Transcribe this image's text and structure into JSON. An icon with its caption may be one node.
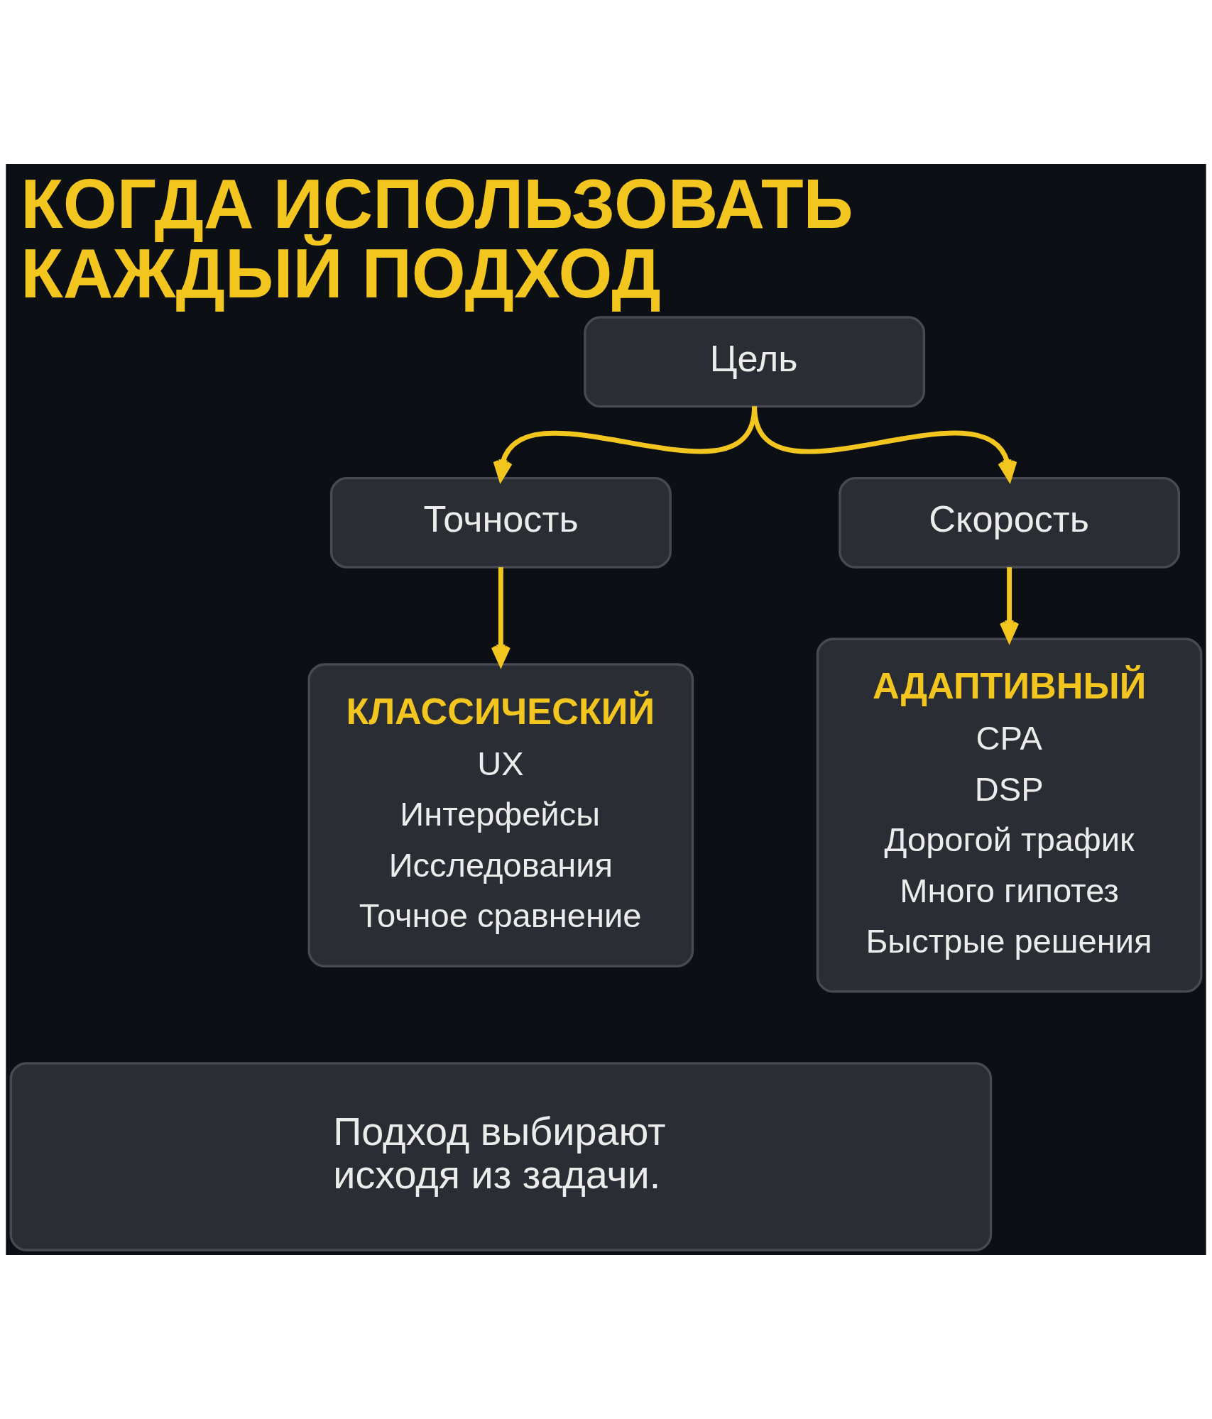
{
  "diagram": {
    "title": "КОГДА ИСПОЛЬЗОВАТЬ КАЖДЫЙ ПОДХОД",
    "nodes": [
      {
        "text": [
          "Цель"
        ]
      },
      {
        "text": [
          "Точность"
        ]
      },
      {
        "text": [
          "Скорость"
        ]
      },
      {
        "text": [
          "КЛАССИЧЕСКИЙ",
          "UX",
          "Интерфейсы",
          "Исследования",
          "Точное сравнение"
        ]
      },
      {
        "text": [
          "АДАПТИВНЫЙ",
          "CPA",
          "DSP",
          "Дорогой трафик",
          "Много гипотез",
          "Быстрые решения"
        ]
      },
      {
        "text": [
          "Подход выбирают исходя из задачи."
        ]
      }
    ],
    "edges": [
      {
        "from": 0,
        "to": 1,
        "arrow": "to"
      },
      {
        "from": 0,
        "to": 2,
        "arrow": "to"
      },
      {
        "from": 1,
        "to": 3,
        "arrow": "to"
      },
      {
        "from": 2,
        "to": 4,
        "arrow": "to"
      }
    ]
  }
}
